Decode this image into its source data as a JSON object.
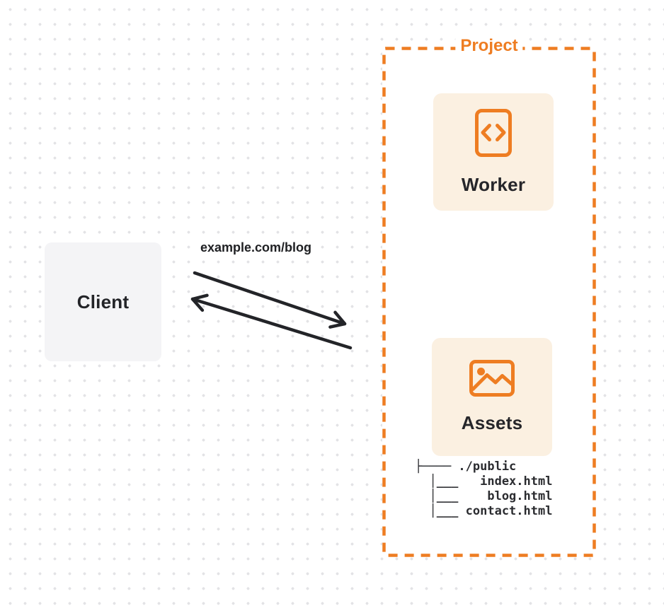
{
  "colors": {
    "orange": "#ee7d22",
    "card_background": "#fbf0e1",
    "client_background": "#f4f4f6",
    "arrow_dark": "#232428",
    "dot_grid": "#e3e3e6"
  },
  "client": {
    "label": "Client"
  },
  "request": {
    "label": "example.com/blog"
  },
  "arrows": [
    {
      "name": "request-arrow",
      "direction": "client-to-project"
    },
    {
      "name": "response-arrow",
      "direction": "project-to-client"
    }
  ],
  "project": {
    "label": "Project",
    "worker": {
      "label": "Worker",
      "icon": "code-document-icon"
    },
    "assets": {
      "label": "Assets",
      "icon": "image-icon"
    },
    "file_tree": [
      "├──── ./public",
      "  │___   index.html",
      "  │___    blog.html",
      "  │___ contact.html"
    ]
  }
}
